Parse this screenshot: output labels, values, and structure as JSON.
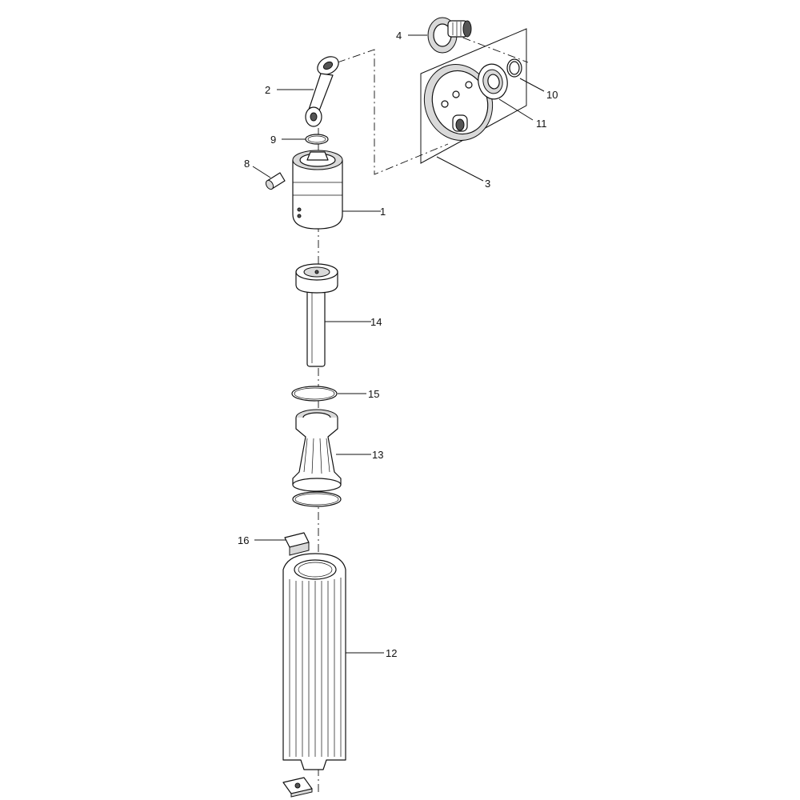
{
  "diagram": {
    "callouts": {
      "c1": "1",
      "c2": "2",
      "c3": "3",
      "c4": "4",
      "c8": "8",
      "c9": "9",
      "c10": "10",
      "c11": "11",
      "c12": "12",
      "c13": "13",
      "c14": "14",
      "c15": "15",
      "c16": "16"
    }
  }
}
